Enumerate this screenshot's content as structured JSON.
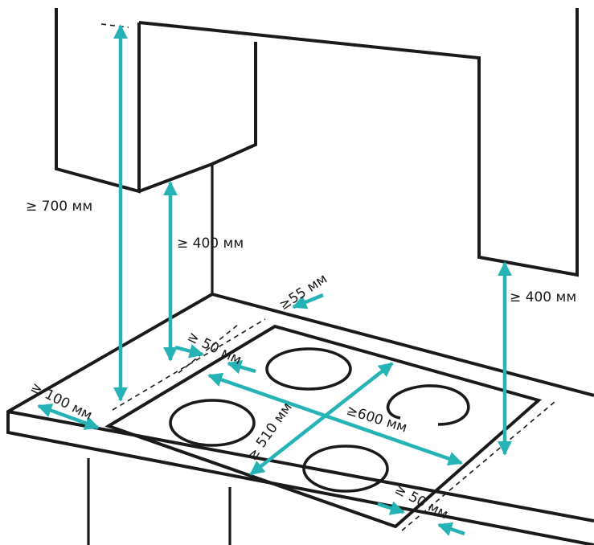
{
  "diagram": {
    "accent_color": "#26b3b5",
    "line_color": "#1a1a1a",
    "labels": {
      "hood_height": "≥ 700 мм",
      "cabinet_left_height": "≥ 400 мм",
      "cabinet_right_height": "≥ 400 мм",
      "back_wall_gap": "≥55 мм",
      "left_side_gap": "≥ 50 мм",
      "front_edge_gap": "≥ 100 мм",
      "hob_width": "≥600 мм",
      "hob_depth": "≥ 510 мм",
      "right_side_gap": "≥ 50 мм"
    }
  }
}
